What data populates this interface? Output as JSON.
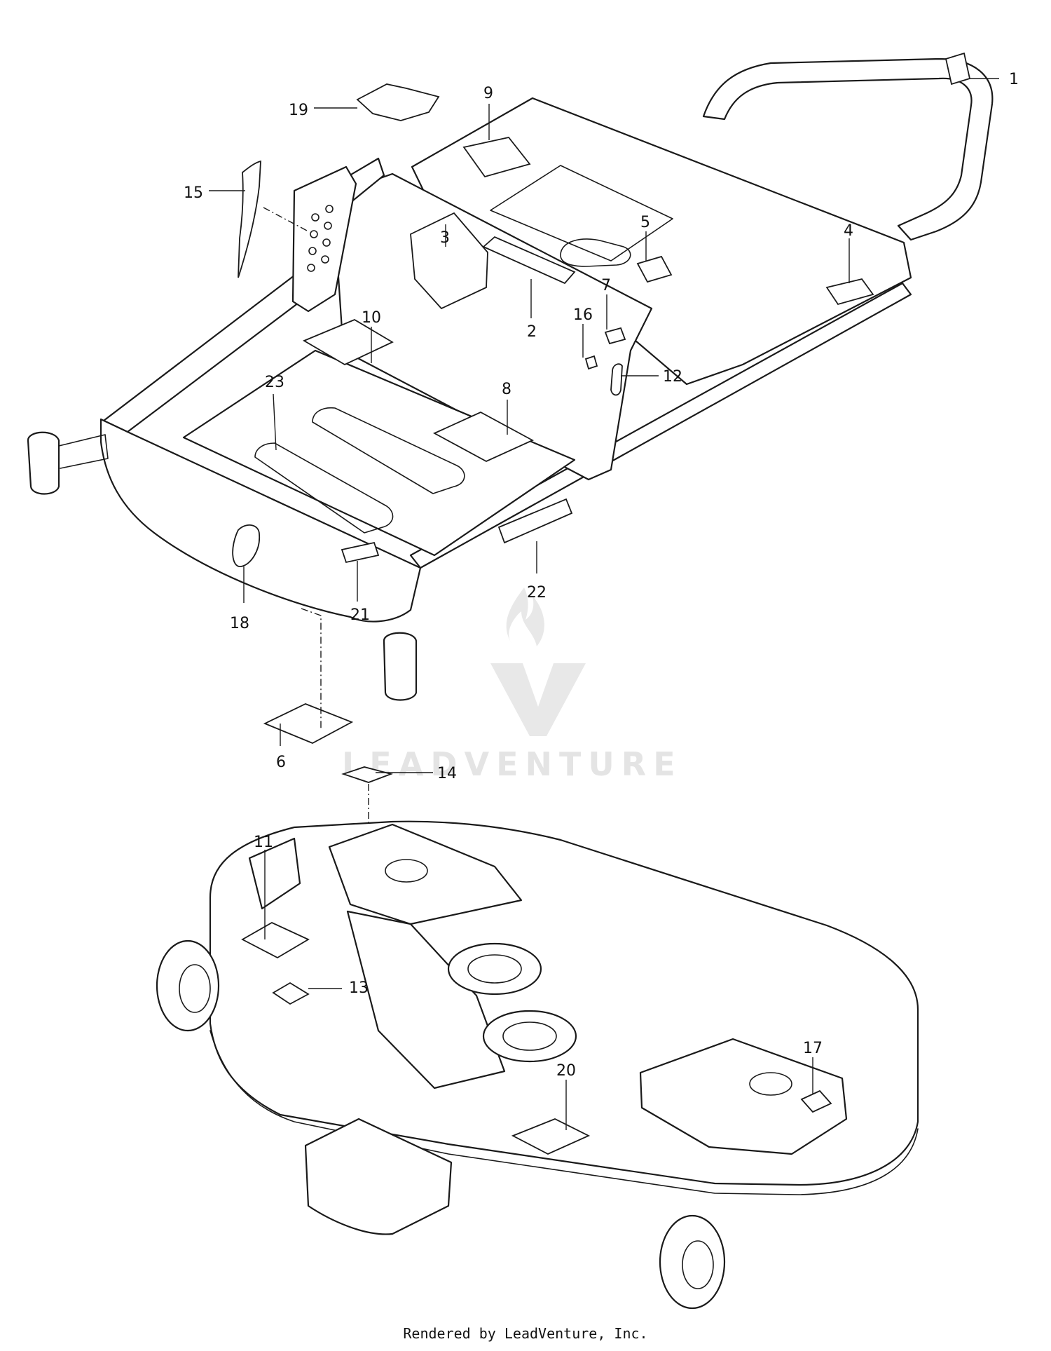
{
  "callouts": [
    {
      "id": "1",
      "label": "1"
    },
    {
      "id": "2",
      "label": "2"
    },
    {
      "id": "3",
      "label": "3"
    },
    {
      "id": "4",
      "label": "4"
    },
    {
      "id": "5",
      "label": "5"
    },
    {
      "id": "6",
      "label": "6"
    },
    {
      "id": "7",
      "label": "7"
    },
    {
      "id": "8",
      "label": "8"
    },
    {
      "id": "9",
      "label": "9"
    },
    {
      "id": "10",
      "label": "10"
    },
    {
      "id": "11",
      "label": "11"
    },
    {
      "id": "12",
      "label": "12"
    },
    {
      "id": "13",
      "label": "13"
    },
    {
      "id": "14",
      "label": "14"
    },
    {
      "id": "15",
      "label": "15"
    },
    {
      "id": "16",
      "label": "16"
    },
    {
      "id": "17",
      "label": "17"
    },
    {
      "id": "18",
      "label": "18"
    },
    {
      "id": "19",
      "label": "19"
    },
    {
      "id": "20",
      "label": "20"
    },
    {
      "id": "21",
      "label": "21"
    },
    {
      "id": "22",
      "label": "22"
    },
    {
      "id": "23",
      "label": "23"
    }
  ],
  "watermark": {
    "text": "LEADVENTURE"
  },
  "footer": {
    "text": "Rendered by LeadVenture, Inc."
  }
}
